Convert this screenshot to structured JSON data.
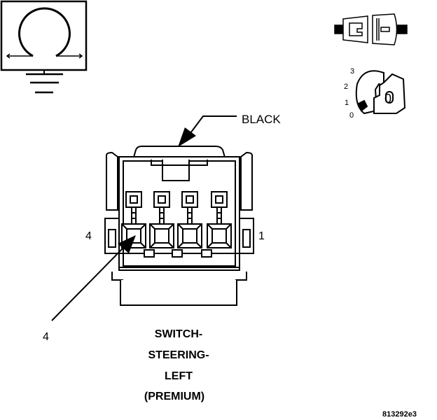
{
  "connector": {
    "color_label": "BLACK",
    "pin_left": "4",
    "pin_right": "1",
    "pointer_pin": "4"
  },
  "title": {
    "line1": "SWITCH-",
    "line2": "STEERING-",
    "line3": "LEFT",
    "line4": "(PREMIUM)"
  },
  "ignition": {
    "pos3": "3",
    "pos2": "2",
    "pos1": "1",
    "pos0": "0",
    "key_digit": "0"
  },
  "figure_id": "813292e3"
}
